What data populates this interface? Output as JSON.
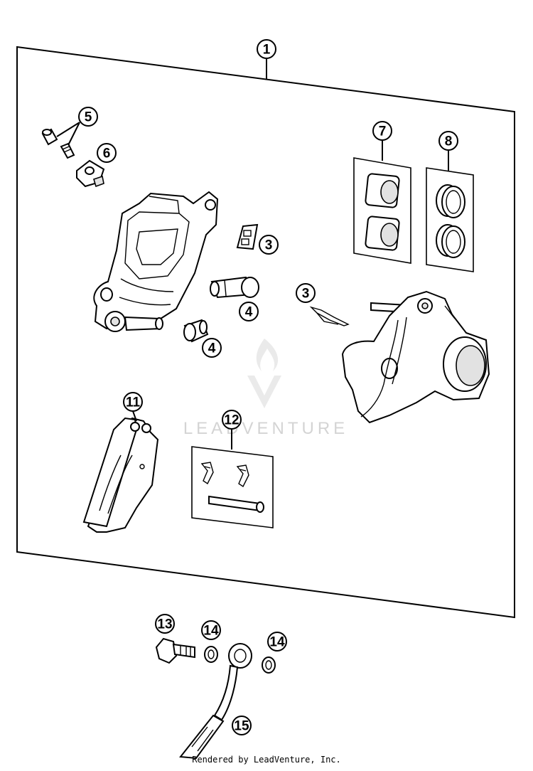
{
  "callouts": {
    "c1": "1",
    "c3a": "3",
    "c3b": "3",
    "c4a": "4",
    "c4b": "4",
    "c5": "5",
    "c6": "6",
    "c7": "7",
    "c8": "8",
    "c11": "11",
    "c12": "12",
    "c13": "13",
    "c14a": "14",
    "c14b": "14",
    "c15": "15"
  },
  "watermark": {
    "text": "LEADVENTURE"
  },
  "footer": {
    "text": "Rendered by LeadVenture, Inc."
  }
}
